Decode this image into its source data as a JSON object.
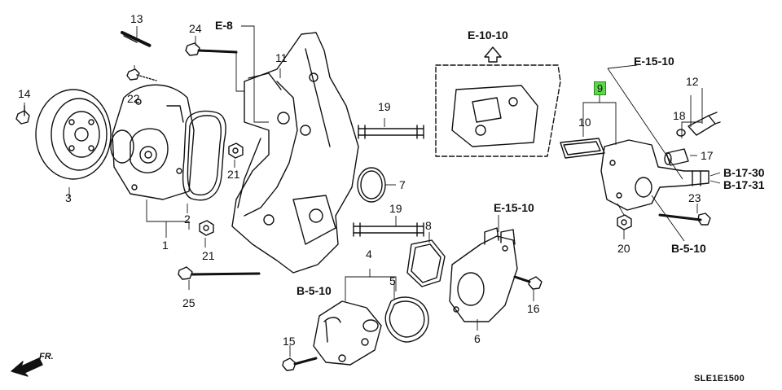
{
  "callouts": {
    "p1": "1",
    "p2": "2",
    "p3": "3",
    "p4": "4",
    "p5": "5",
    "p6": "6",
    "p7": "7",
    "p8": "8",
    "p9": "9",
    "p10": "10",
    "p11": "11",
    "p12": "12",
    "p13": "13",
    "p14": "14",
    "p15": "15",
    "p16": "16",
    "p17": "17",
    "p18": "18",
    "p19a": "19",
    "p19b": "19",
    "p20": "20",
    "p21a": "21",
    "p21b": "21",
    "p22": "22",
    "p23": "23",
    "p24": "24",
    "p25": "25"
  },
  "refs": {
    "e8": "E-8",
    "e1010": "E-10-10",
    "e1510a": "E-15-10",
    "e1510b": "E-15-10",
    "b1730": "B-17-30",
    "b1731": "B-17-31",
    "b510a": "B-5-10",
    "b510b": "B-5-10"
  },
  "direction_marker": "FR.",
  "diagram_code": "SLE1E1500",
  "highlighted_part": "9",
  "colors": {
    "highlight": "#5fd64a",
    "line": "#111111"
  }
}
